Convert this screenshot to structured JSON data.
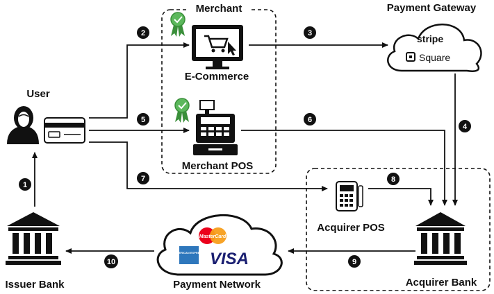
{
  "labels": {
    "merchant": "Merchant",
    "payment_gateway": "Payment Gateway",
    "user": "User",
    "ecommerce": "E-Commerce",
    "merchant_pos": "Merchant POS",
    "acquirer_pos": "Acquirer POS",
    "acquirer_bank": "Acquirer Bank",
    "issuer_bank": "Issuer Bank",
    "payment_network": "Payment Network"
  },
  "logos": {
    "stripe": "stripe",
    "square": "Square",
    "mastercard": "MasterCard",
    "amex": "AMERICAN EXPRESS",
    "visa": "VISA"
  },
  "steps": [
    "1",
    "2",
    "3",
    "4",
    "5",
    "6",
    "7",
    "8",
    "9",
    "10"
  ],
  "colors": {
    "line": "#111111",
    "badge_green": "#5cb85c",
    "mc_red": "#eb001b",
    "mc_orange": "#f79e1b",
    "amex_blue": "#2e77bc",
    "visa_blue": "#1a1f71"
  }
}
